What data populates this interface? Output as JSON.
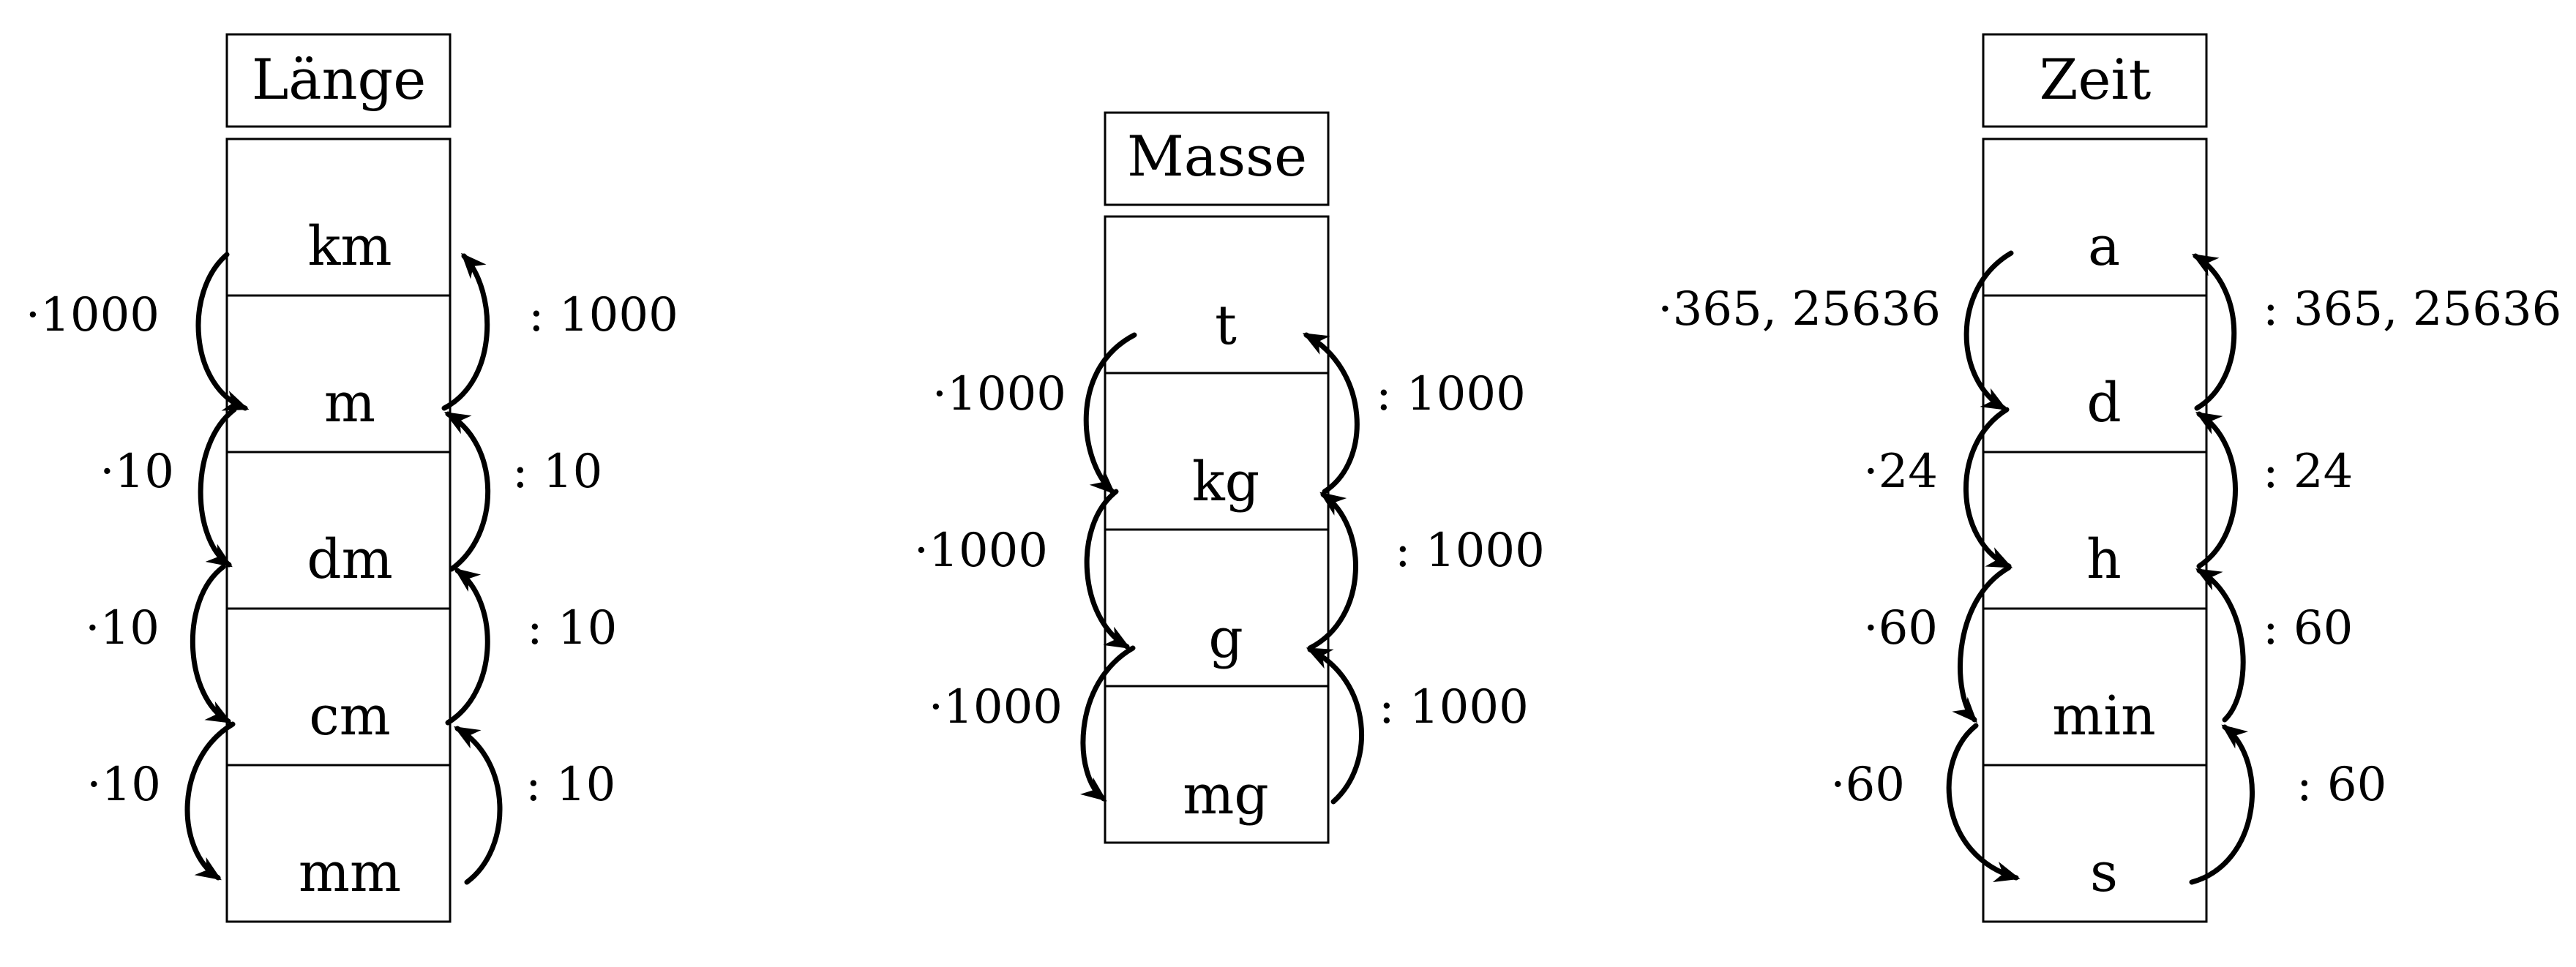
{
  "columns": [
    {
      "id": "laenge",
      "title": "Länge",
      "units": [
        "km",
        "m",
        "dm",
        "cm",
        "mm"
      ],
      "multiply": [
        "·1000",
        "·10",
        "·10",
        "·10"
      ],
      "divide": [
        ": 1000",
        ": 10",
        ": 10",
        ": 10"
      ]
    },
    {
      "id": "masse",
      "title": "Masse",
      "units": [
        "t",
        "kg",
        "g",
        "mg"
      ],
      "multiply": [
        "·1000",
        "·1000",
        "·1000"
      ],
      "divide": [
        ": 1000",
        ": 1000",
        ": 1000"
      ]
    },
    {
      "id": "zeit",
      "title": "Zeit",
      "units": [
        "a",
        "d",
        "h",
        "min",
        "s"
      ],
      "multiply": [
        "·365, 25636",
        "·24",
        "·60",
        "·60"
      ],
      "divide": [
        ": 365, 25636",
        ": 24",
        ": 60",
        ": 60"
      ]
    }
  ]
}
